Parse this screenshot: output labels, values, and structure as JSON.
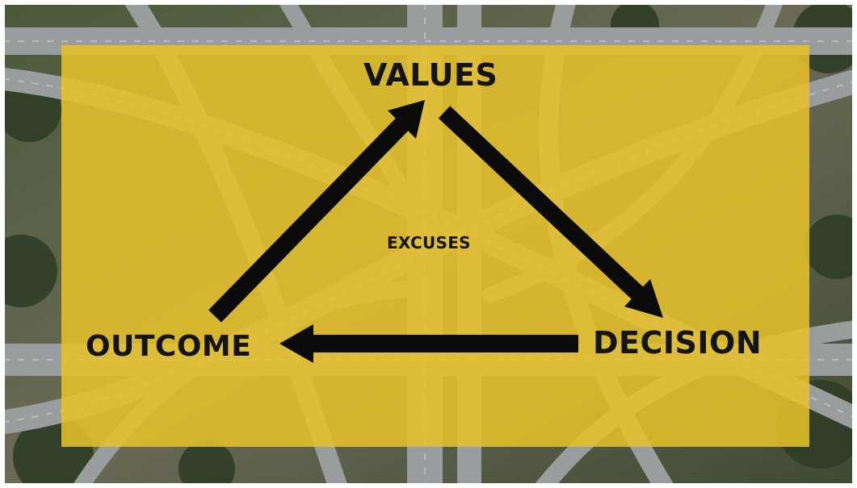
{
  "diagram": {
    "nodes": {
      "values": "VALUES",
      "decision": "DECISION",
      "outcome": "OUTCOME"
    },
    "center_label": "EXCUSES",
    "edges": [
      {
        "from": "values",
        "to": "decision"
      },
      {
        "from": "decision",
        "to": "outcome"
      },
      {
        "from": "outcome",
        "to": "values"
      }
    ]
  },
  "background": {
    "subject": "aerial highway interchange"
  },
  "colors": {
    "overlay": "#e8c22a",
    "text": "#141414",
    "arrow": "#0b0b0b",
    "frame": "#ffffff"
  }
}
